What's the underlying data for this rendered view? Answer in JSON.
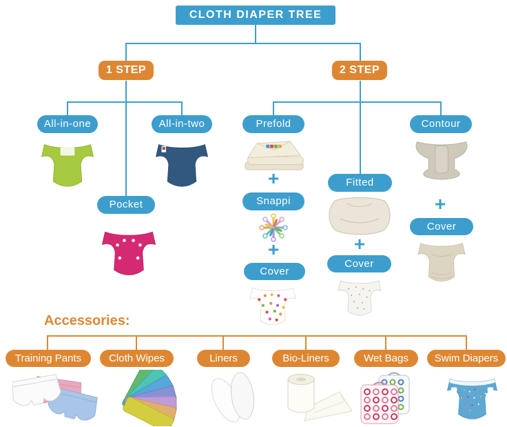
{
  "header": {
    "title": "CLOTH DIAPER TREE"
  },
  "colors": {
    "blue": "#3D9ECD",
    "orange": "#DD8733"
  },
  "plus_sign": "+",
  "branches": {
    "one_step": {
      "label": "1 STEP"
    },
    "two_step": {
      "label": "2 STEP"
    }
  },
  "nodes": {
    "all_in_one": {
      "label": "All-in-one",
      "color": "#A5C93F"
    },
    "all_in_two": {
      "label": "All-in-two",
      "color": "#31597F"
    },
    "pocket": {
      "label": "Pocket",
      "color": "#D52A72"
    },
    "prefold": {
      "label": "Prefold",
      "color": "#F2EDDD"
    },
    "snappi": {
      "label": "Snappi"
    },
    "cover_prefold": {
      "label": "Cover"
    },
    "fitted": {
      "label": "Fitted",
      "color": "#EAE5D8"
    },
    "cover_fitted": {
      "label": "Cover"
    },
    "contour": {
      "label": "Contour",
      "color": "#CFC9BC"
    },
    "cover_contour": {
      "label": "Cover",
      "color": "#DCD5C1"
    }
  },
  "accessories": {
    "heading": "Accessories:",
    "items": [
      {
        "label": "Training Pants"
      },
      {
        "label": "Cloth Wipes"
      },
      {
        "label": "Liners"
      },
      {
        "label": "Bio-Liners"
      },
      {
        "label": "Wet Bags"
      },
      {
        "label": "Swim Diapers",
        "color": "#5FA8D4"
      }
    ]
  }
}
